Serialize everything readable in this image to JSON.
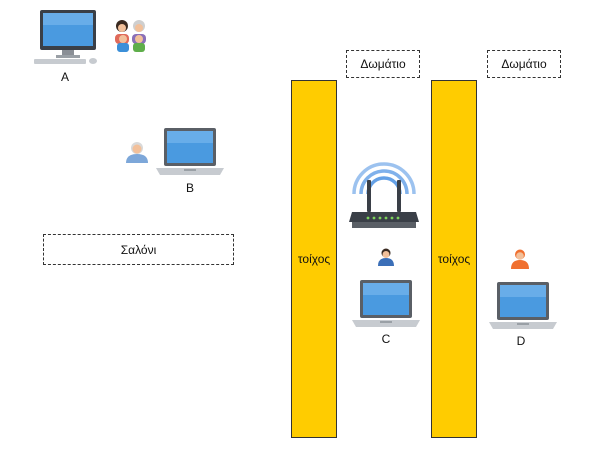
{
  "nodes": {
    "a": "A",
    "b": "B",
    "c": "C",
    "d": "D"
  },
  "rooms": {
    "living_room": "Σαλόνι",
    "room_1": "Δωμάτιο",
    "room_2": "Δωμάτιο"
  },
  "walls": {
    "left": "τοίχος",
    "right": "τοίχος"
  },
  "colors": {
    "wall": "#ffcc00",
    "screen": "#3b8fd8",
    "wifi": "#4a90e2"
  },
  "icons": {
    "desktop": "desktop-computer-icon",
    "laptop": "laptop-icon",
    "router": "wifi-router-icon",
    "family": "family-group-icon",
    "user": "user-icon"
  }
}
